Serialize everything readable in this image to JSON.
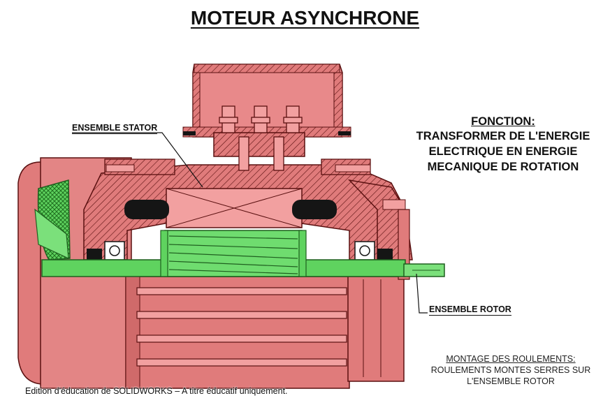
{
  "title": "MOTEUR ASYNCHRONE",
  "labels": {
    "stator": "ENSEMBLE STATOR",
    "rotor": "ENSEMBLE ROTOR"
  },
  "fonction": {
    "heading": "FONCTION:",
    "lines": [
      "TRANSFORMER DE L'ENERGIE",
      "ELECTRIQUE EN ENERGIE",
      "MECANIQUE DE ROTATION"
    ]
  },
  "montage": {
    "heading": "MONTAGE DES ROULEMENTS:",
    "lines": [
      "ROULEMENTS MONTES SERRES SUR",
      "L'ENSEMBLE ROTOR"
    ]
  },
  "watermark": "Edition d'éducation de SOLIDWORKS – A titre éducatif uniquement.",
  "colors": {
    "stator_body": "#e07b7b",
    "stator_light": "#f2a0a0",
    "rotor": "#5fd35f",
    "rotor_dark": "#2f8f2f",
    "outline": "#5a1010",
    "winding": "#151515"
  }
}
